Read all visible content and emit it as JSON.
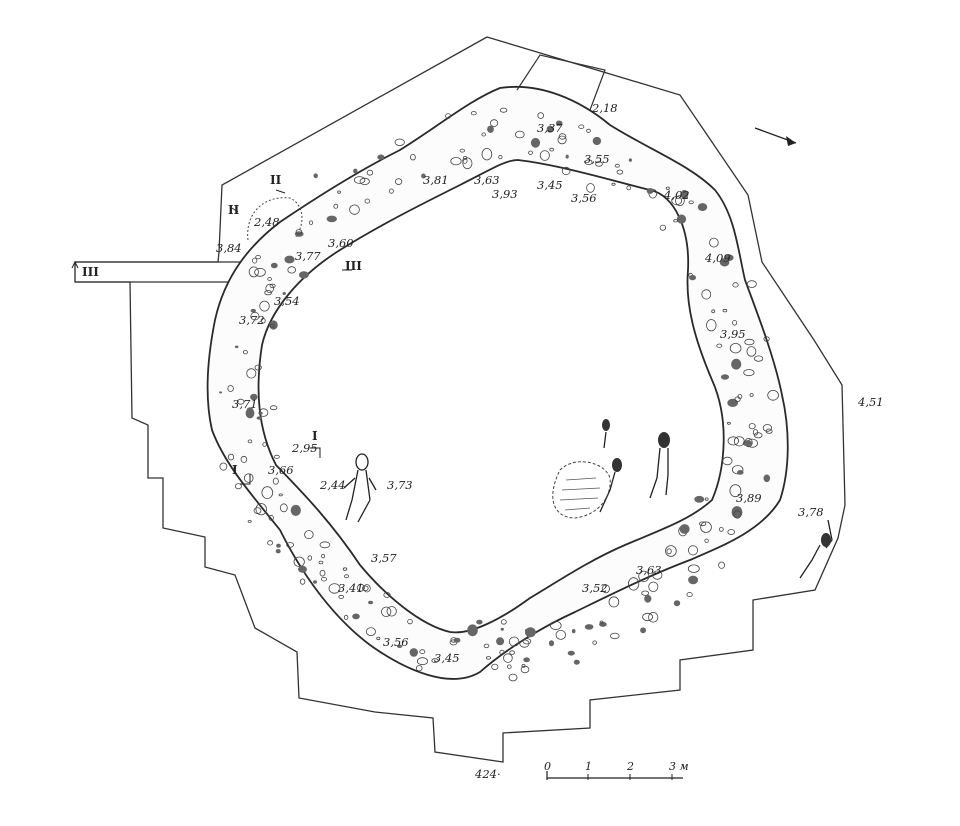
{
  "elevations": [
    {
      "id": "e-218",
      "text": "2,18"
    },
    {
      "id": "e-337",
      "text": "3,37"
    },
    {
      "id": "e-355",
      "text": "3,55"
    },
    {
      "id": "e-381",
      "text": "3,81"
    },
    {
      "id": "e-363",
      "text": "3,63"
    },
    {
      "id": "e-393",
      "text": "3,93"
    },
    {
      "id": "e-345a",
      "text": "3,45"
    },
    {
      "id": "e-356a",
      "text": "3,56"
    },
    {
      "id": "e-402",
      "text": "4,02"
    },
    {
      "id": "e-248",
      "text": "2,48"
    },
    {
      "id": "e-384",
      "text": "3,84"
    },
    {
      "id": "e-360",
      "text": "3,60"
    },
    {
      "id": "e-377",
      "text": "3,77"
    },
    {
      "id": "e-409",
      "text": "4,09"
    },
    {
      "id": "e-354",
      "text": "3,54"
    },
    {
      "id": "e-372",
      "text": "3,72"
    },
    {
      "id": "e-395",
      "text": "3,95"
    },
    {
      "id": "e-451",
      "text": "4,51"
    },
    {
      "id": "e-371",
      "text": "3,71"
    },
    {
      "id": "e-295",
      "text": "2,95"
    },
    {
      "id": "e-366",
      "text": "3,66"
    },
    {
      "id": "e-244",
      "text": "2,44"
    },
    {
      "id": "e-373",
      "text": "3,73"
    },
    {
      "id": "e-389",
      "text": "3,89"
    },
    {
      "id": "e-378",
      "text": "3,78"
    },
    {
      "id": "e-357",
      "text": "3,57"
    },
    {
      "id": "e-363b",
      "text": "3,63"
    },
    {
      "id": "e-341",
      "text": "3,41"
    },
    {
      "id": "e-352",
      "text": "3,52"
    },
    {
      "id": "e-356b",
      "text": "3,56"
    },
    {
      "id": "e-345b",
      "text": "3,45"
    },
    {
      "id": "e-424",
      "text": "424·"
    }
  ],
  "section_marks": {
    "section_1_top": "I",
    "section_1_bottom": "I",
    "section_2_top": "II",
    "section_2_left": "II",
    "section_3_left": "III",
    "section_3_right": "III"
  },
  "scale_bar": {
    "labels": [
      "0",
      "1",
      "2",
      "3 м"
    ]
  },
  "north_arrow": {
    "icon": "direction-arrow-icon"
  },
  "colors": {
    "ink": "#222222",
    "paper": "#ffffff"
  }
}
